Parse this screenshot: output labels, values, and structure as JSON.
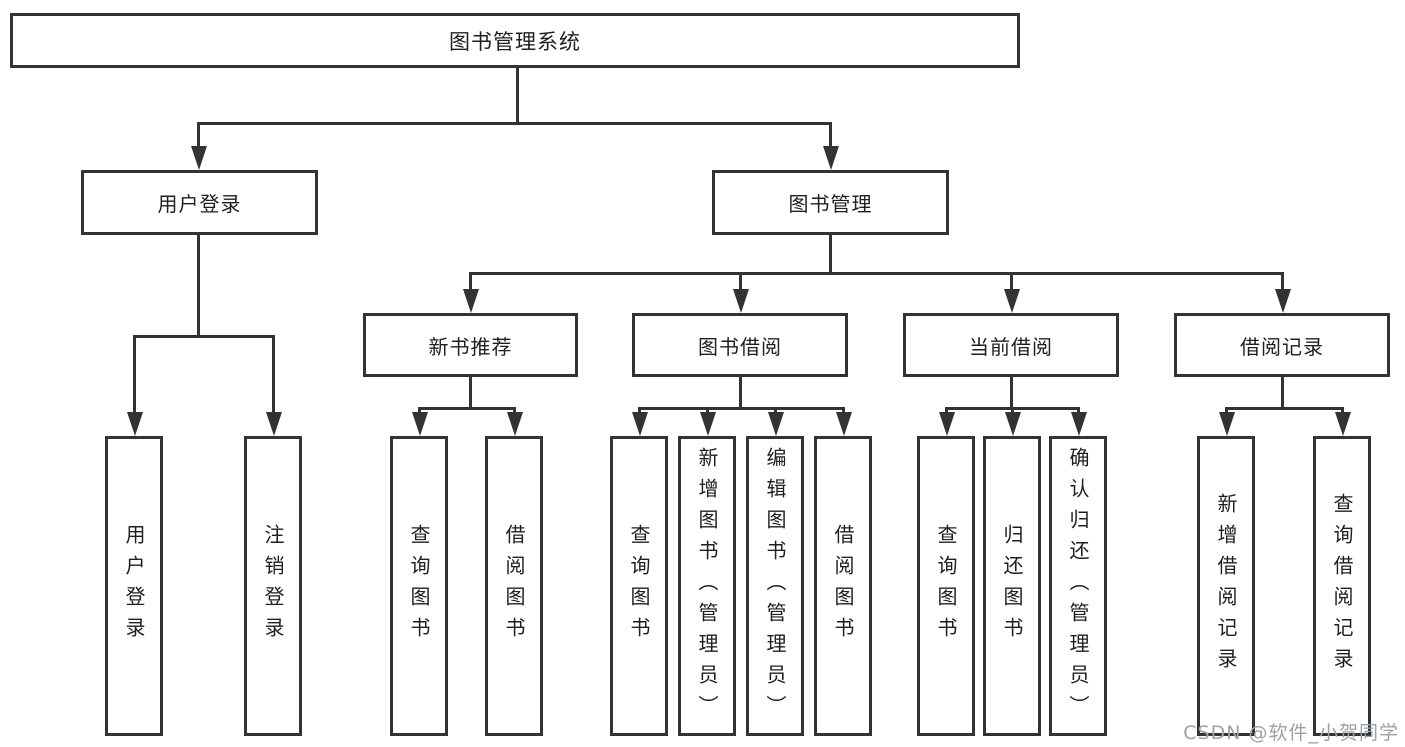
{
  "diagram_title": "图书管理系统",
  "tree": {
    "root": {
      "label": "图书管理系统"
    },
    "branches": [
      {
        "label": "用户登录",
        "children": [
          {
            "label": "用户登录"
          },
          {
            "label": "注销登录"
          }
        ]
      },
      {
        "label": "图书管理",
        "children": [
          {
            "label": "新书推荐",
            "children": [
              {
                "label": "查询图书"
              },
              {
                "label": "借阅图书"
              }
            ]
          },
          {
            "label": "图书借阅",
            "children": [
              {
                "label": "查询图书"
              },
              {
                "label": "新增图书（管理员）"
              },
              {
                "label": "编辑图书（管理员）"
              },
              {
                "label": "借阅图书"
              }
            ]
          },
          {
            "label": "当前借阅",
            "children": [
              {
                "label": "查询图书"
              },
              {
                "label": "归还图书"
              },
              {
                "label": "确认归还（管理员）"
              }
            ]
          },
          {
            "label": "借阅记录",
            "children": [
              {
                "label": "新增借阅记录"
              },
              {
                "label": "查询借阅记录"
              }
            ]
          }
        ]
      }
    ]
  },
  "watermark": {
    "text": "CSDN @软件_小贺同学"
  },
  "colors": {
    "line": "#333333",
    "box_border": "#333333",
    "text": "#1f1f1f",
    "watermark": "#9aa2aa",
    "background": "#ffffff"
  }
}
